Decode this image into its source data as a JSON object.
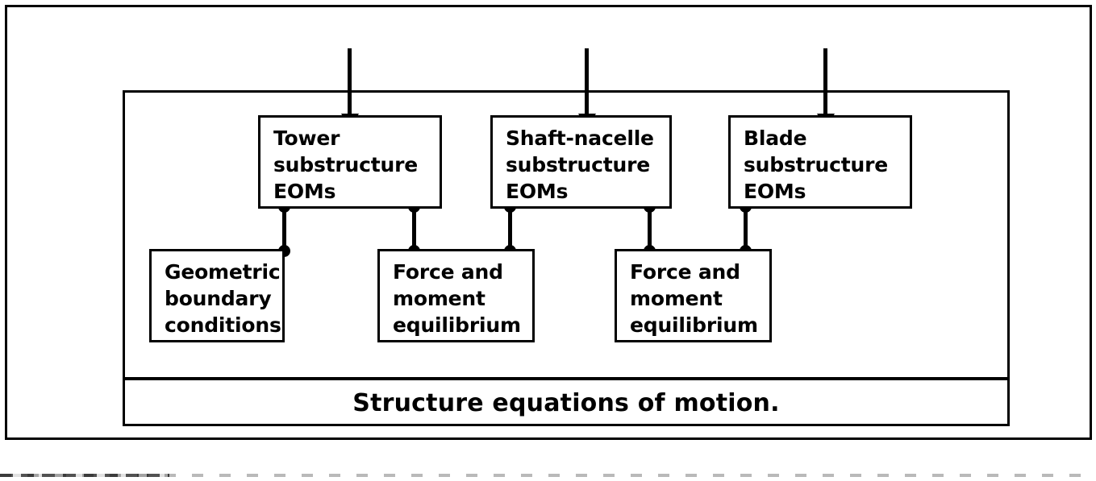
{
  "diagram": {
    "title": "Structure equations of motion.",
    "caption": "Structure equations of motion.",
    "line_color": "#000000",
    "background_color": "#ffffff",
    "inputs": [
      {
        "name": "tower-input-arrow",
        "label": ""
      },
      {
        "name": "shaft-nacelle-input-arrow",
        "label": ""
      },
      {
        "name": "blade-input-arrow",
        "label": ""
      }
    ],
    "substructures": [
      {
        "id": "tower",
        "label": "Tower\nsubstructure\nEOMs"
      },
      {
        "id": "shaft-nacelle",
        "label": "Shaft-nacelle\nsubstructure\nEOMs"
      },
      {
        "id": "blade",
        "label": "Blade\nsubstructure\nEOMs"
      }
    ],
    "constraints": [
      {
        "id": "geometric-bc",
        "label": "Geometric\nboundary\nconditions"
      },
      {
        "id": "force-moment-left",
        "label": "Force and\nmoment\nequilibrium"
      },
      {
        "id": "force-moment-right",
        "label": "Force and\nmoment\nequilibrium"
      }
    ],
    "connections": [
      {
        "from": "tower",
        "to": "geometric-bc"
      },
      {
        "from": "tower",
        "to": "force-moment-left"
      },
      {
        "from": "shaft-nacelle",
        "to": "force-moment-left"
      },
      {
        "from": "shaft-nacelle",
        "to": "force-moment-right"
      },
      {
        "from": "blade",
        "to": "force-moment-right"
      }
    ]
  }
}
